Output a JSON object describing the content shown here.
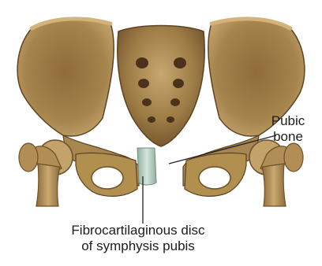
{
  "labels": {
    "pubic_bone": [
      "Pubic",
      "bone"
    ],
    "disc": [
      "Fibrocartilaginous disc",
      "of symphysis pubis"
    ]
  },
  "colors": {
    "bone": "#9a7a45",
    "bone_light": "#c4a36b",
    "bone_dark": "#5e4322",
    "disc": "#b9d0c4",
    "foramen": "#ffffff",
    "leader_line": "#222222"
  }
}
